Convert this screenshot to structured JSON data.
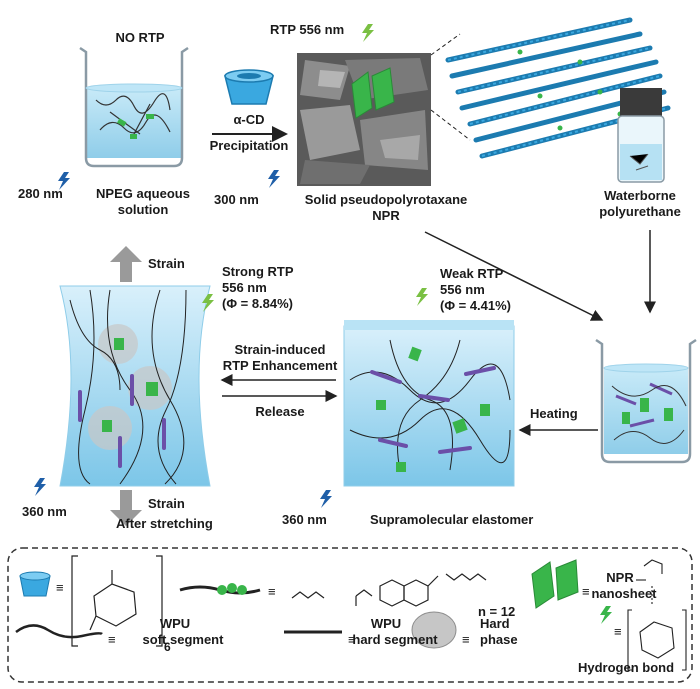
{
  "colors": {
    "water": "#a9d9ef",
    "cd_blue": "#3aa8e0",
    "green": "#39b54a",
    "purple": "#6b4fa8",
    "chain": "#333333",
    "lightning": "#1f5fa8",
    "lightning_green": "#7ac043",
    "grey_arrow": "#9a9a9a"
  },
  "icons": [
    "beaker-icon",
    "cyclodextrin-icon",
    "lightning-icon",
    "vial-icon",
    "nanosheet-icon",
    "hard-phase-icon"
  ],
  "top": {
    "no_rtp": "NO RTP",
    "uv1": "280 nm",
    "npeg_label_1": "NPEG aqueous",
    "npeg_label_2": "solution",
    "cd_label": "α-CD",
    "precipitation": "Precipitation",
    "rtp556": "RTP 556 nm",
    "uv2": "300 nm",
    "npr_label_1": "Solid pseudopolyrotaxane",
    "npr_label_2": "NPR",
    "wpu_label_1": "Waterborne",
    "wpu_label_2": "polyurethane"
  },
  "middle": {
    "strain_top": "Strain",
    "strong_rtp_1": "Strong RTP",
    "strong_rtp_2": "556 nm",
    "strong_rtp_3": "(Φ = 8.84%)",
    "enhance_1": "Strain-induced",
    "enhance_2": "RTP Enhancement",
    "release": "Release",
    "weak_rtp_1": "Weak RTP",
    "weak_rtp_2": "556 nm",
    "weak_rtp_3": "(Φ = 4.41%)",
    "heating": "Heating",
    "uv_left": "360 nm",
    "strain_bottom": "Strain",
    "after_stretching": "After stretching",
    "uv_right": "360 nm",
    "supramolecular": "Supramolecular elastomer"
  },
  "legend": {
    "equiv": "≡",
    "cd_sub": "6",
    "n_eq": "n = 12",
    "npr_1": "NPR",
    "npr_2": "nanosheet",
    "wpu_soft_1": "WPU",
    "wpu_soft_2": "soft segment",
    "wpu_hard_1": "WPU",
    "wpu_hard_2": "hard segment",
    "hard_1": "Hard",
    "hard_2": "phase",
    "hbond": "Hydrogen bond"
  }
}
